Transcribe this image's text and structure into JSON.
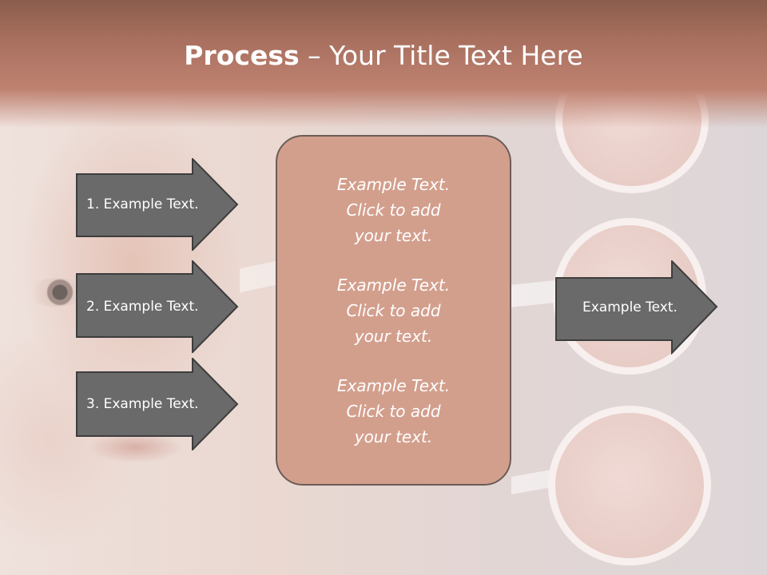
{
  "slide": {
    "title_bold": "Process",
    "title_rest": " – Your Title Text Here",
    "left_arrows": [
      {
        "label": "1. Example Text."
      },
      {
        "label": "2. Example Text."
      },
      {
        "label": "3. Example Text."
      }
    ],
    "center_box": {
      "paragraphs": [
        "Example Text.\nClick  to add\nyour text.",
        "Example Text.\nClick  to add\nyour text.",
        "Example Text.\nClick  to add\nyour text."
      ]
    },
    "right_arrow": {
      "label": "Example Text."
    }
  },
  "colors": {
    "title_band": "#b07563",
    "arrow_fill": "#6a6a6a",
    "arrow_stroke": "#3d3d3d",
    "box_fill": "#d39f8d",
    "box_stroke": "#6b5c58",
    "text": "#ffffff"
  }
}
